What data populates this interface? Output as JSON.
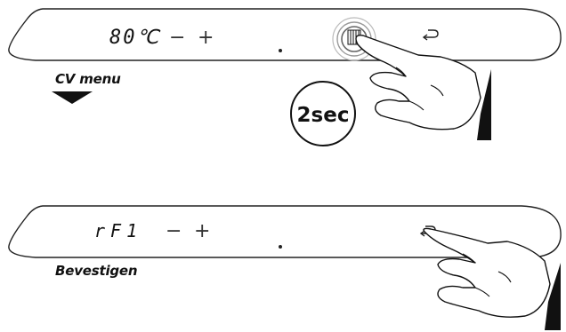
{
  "panel_top": {
    "display": "80℃",
    "minus": "−",
    "plus": "+",
    "back_icon": "return-arrow-icon",
    "menu_icon": "menu-grid-icon"
  },
  "label_top": "CV menu",
  "badge": "2sec",
  "panel_bottom": {
    "display": "rF1",
    "minus": "−",
    "plus": "+",
    "back_icon": "return-arrow-icon"
  },
  "label_bottom": "Bevestigen"
}
